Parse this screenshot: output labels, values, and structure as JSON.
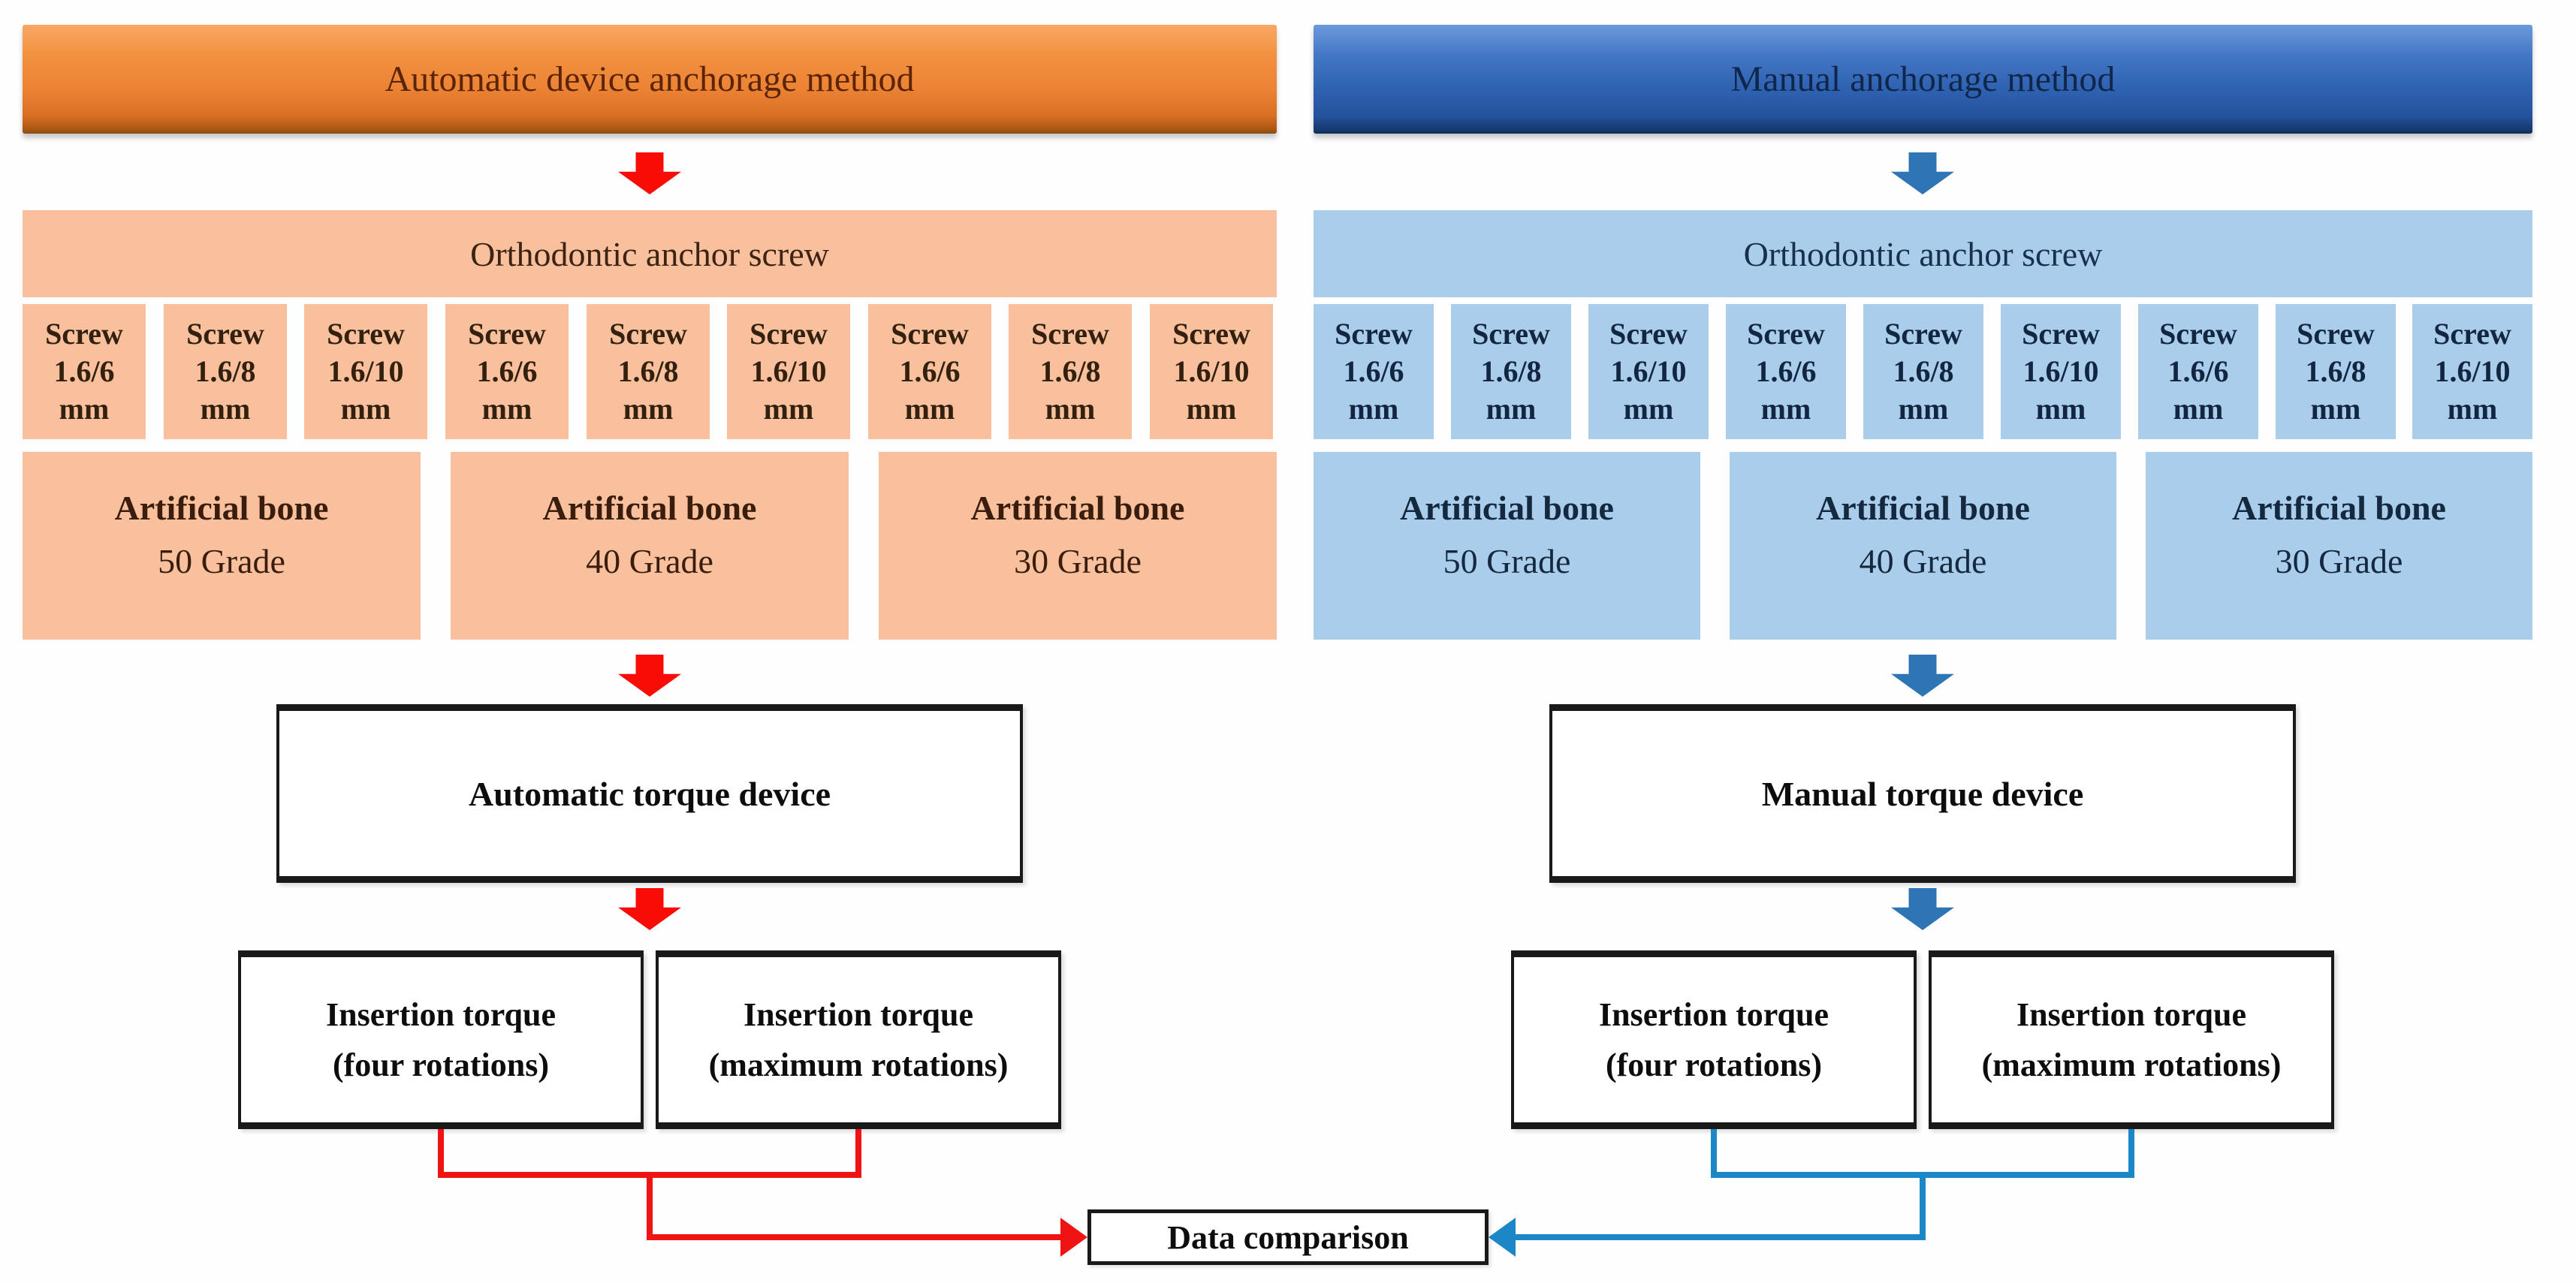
{
  "left": {
    "header": "Automatic device anchorage method",
    "anchor_bar": "Orthodontic anchor screw",
    "screws": [
      [
        "Screw",
        "1.6/6",
        "mm"
      ],
      [
        "Screw",
        "1.6/8",
        "mm"
      ],
      [
        "Screw",
        "1.6/10",
        "mm"
      ],
      [
        "Screw",
        "1.6/6",
        "mm"
      ],
      [
        "Screw",
        "1.6/8",
        "mm"
      ],
      [
        "Screw",
        "1.6/10",
        "mm"
      ],
      [
        "Screw",
        "1.6/6",
        "mm"
      ],
      [
        "Screw",
        "1.6/8",
        "mm"
      ],
      [
        "Screw",
        "1.6/10",
        "mm"
      ]
    ],
    "bones": [
      {
        "name": "Artificial bone",
        "grade": "50 Grade"
      },
      {
        "name": "Artificial bone",
        "grade": "40 Grade"
      },
      {
        "name": "Artificial bone",
        "grade": "30 Grade"
      }
    ],
    "torque_device": "Automatic torque device",
    "outcomes": [
      {
        "line1": "Insertion torque",
        "line2": "(four rotations)"
      },
      {
        "line1": "Insertion torque",
        "line2": "(maximum rotations)"
      }
    ],
    "accent_color": "#f01313"
  },
  "right": {
    "header": "Manual anchorage method",
    "anchor_bar": "Orthodontic anchor screw",
    "screws": [
      [
        "Screw",
        "1.6/6",
        "mm"
      ],
      [
        "Screw",
        "1.6/8",
        "mm"
      ],
      [
        "Screw",
        "1.6/10",
        "mm"
      ],
      [
        "Screw",
        "1.6/6",
        "mm"
      ],
      [
        "Screw",
        "1.6/8",
        "mm"
      ],
      [
        "Screw",
        "1.6/10",
        "mm"
      ],
      [
        "Screw",
        "1.6/6",
        "mm"
      ],
      [
        "Screw",
        "1.6/8",
        "mm"
      ],
      [
        "Screw",
        "1.6/10",
        "mm"
      ]
    ],
    "bones": [
      {
        "name": "Artificial bone",
        "grade": "50 Grade"
      },
      {
        "name": "Artificial bone",
        "grade": "40 Grade"
      },
      {
        "name": "Artificial bone",
        "grade": "30 Grade"
      }
    ],
    "torque_device": "Manual torque device",
    "outcomes": [
      {
        "line1": "Insertion torque",
        "line2": "(four rotations)"
      },
      {
        "line1": "Insertion torque",
        "line2": "(maximum rotations)"
      }
    ],
    "accent_color": "#1b87c7"
  },
  "comparison": {
    "label": "Data comparison"
  },
  "colors": {
    "left_header_top": "#f9a766",
    "left_header_bottom": "#8a4a14",
    "left_fill": "#f8c09c",
    "left_arrow": "#fa0c06",
    "left_line": "#f01313",
    "right_header_top": "#6b9ada",
    "right_header_bottom": "#0f2c56",
    "right_fill": "#a9cdea",
    "right_arrow": "#2e75b6",
    "right_line": "#1b87c7",
    "process_box_border": "#191919",
    "background": "#fefefe"
  }
}
